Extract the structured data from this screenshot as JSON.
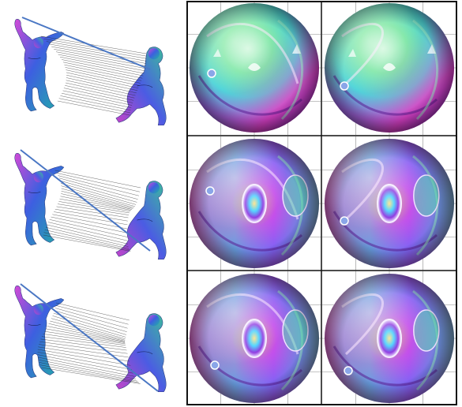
{
  "figure": {
    "rows": 3,
    "columns": [
      "correspondence",
      "map-source",
      "map-target"
    ],
    "panels": [
      {
        "row": 1,
        "style": "coarse"
      },
      {
        "row": 2,
        "style": "detailed"
      },
      {
        "row": 3,
        "style": "detailed-alt"
      }
    ]
  },
  "colors": {
    "frame": "#111111",
    "gridline": "#8a8a8a",
    "line_bundle": "#222222",
    "highlight_line": "#4a77c4",
    "marker_fill": "#8aa6e8",
    "marker_stroke": "#ffffff",
    "mesh_magenta": "#c03fd0",
    "mesh_teal": "#2aa6a8",
    "mesh_blue": "#3a57d9"
  }
}
